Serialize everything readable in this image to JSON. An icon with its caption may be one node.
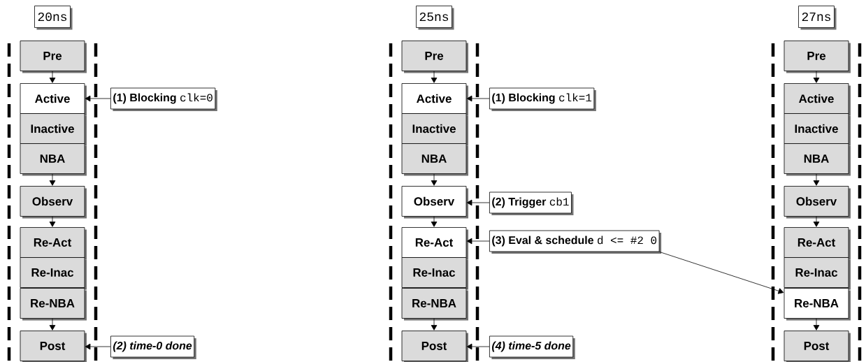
{
  "diagram": {
    "nodes": [
      {
        "text": [
          "20ns"
        ]
      },
      {
        "text": [
          "Pre"
        ]
      },
      {
        "text": [
          "Active"
        ]
      },
      {
        "text": [
          "Inactive"
        ]
      },
      {
        "text": [
          "NBA"
        ]
      },
      {
        "text": [
          "Observ"
        ]
      },
      {
        "text": [
          "Re-Act"
        ]
      },
      {
        "text": [
          "Re-Inac"
        ]
      },
      {
        "text": [
          "Re-NBA"
        ]
      },
      {
        "text": [
          "Post"
        ]
      },
      {
        "text": [
          "25ns"
        ]
      },
      {
        "text": [
          "Pre"
        ]
      },
      {
        "text": [
          "Active"
        ]
      },
      {
        "text": [
          "Inactive"
        ]
      },
      {
        "text": [
          "NBA"
        ]
      },
      {
        "text": [
          "Observ"
        ]
      },
      {
        "text": [
          "Re-Act"
        ]
      },
      {
        "text": [
          "Re-Inac"
        ]
      },
      {
        "text": [
          "Re-NBA"
        ]
      },
      {
        "text": [
          "Post"
        ]
      },
      {
        "text": [
          "27ns"
        ]
      },
      {
        "text": [
          "Pre"
        ]
      },
      {
        "text": [
          "Active"
        ]
      },
      {
        "text": [
          "Inactive"
        ]
      },
      {
        "text": [
          "NBA"
        ]
      },
      {
        "text": [
          "Observ"
        ]
      },
      {
        "text": [
          "Re-Act"
        ]
      },
      {
        "text": [
          "Re-Inac"
        ]
      },
      {
        "text": [
          "Re-NBA"
        ]
      },
      {
        "text": [
          "Post"
        ]
      },
      {
        "text": [
          "(1) Blocking",
          "clk=0"
        ]
      },
      {
        "text": [
          "(2) time-0 done"
        ]
      },
      {
        "text": [
          "(1) Blocking",
          "clk=1"
        ]
      },
      {
        "text": [
          "(2) Trigger",
          "cb1"
        ]
      },
      {
        "text": [
          "(3) Eval & schedule",
          "d <= #2 0"
        ]
      },
      {
        "text": [
          "(4) time-5 done"
        ]
      }
    ],
    "edges": [
      {
        "from": 1,
        "to": 2,
        "arrow": "to"
      },
      {
        "from": 4,
        "to": 5,
        "arrow": "to"
      },
      {
        "from": 5,
        "to": 6,
        "arrow": "to"
      },
      {
        "from": 8,
        "to": 9,
        "arrow": "to"
      },
      {
        "from": 11,
        "to": 12,
        "arrow": "to"
      },
      {
        "from": 14,
        "to": 15,
        "arrow": "to"
      },
      {
        "from": 15,
        "to": 16,
        "arrow": "to"
      },
      {
        "from": 18,
        "to": 19,
        "arrow": "to"
      },
      {
        "from": 21,
        "to": 22,
        "arrow": "to"
      },
      {
        "from": 24,
        "to": 25,
        "arrow": "to"
      },
      {
        "from": 25,
        "to": 26,
        "arrow": "to"
      },
      {
        "from": 28,
        "to": 29,
        "arrow": "to"
      },
      {
        "from": 30,
        "to": 2,
        "arrow": "to"
      },
      {
        "from": 31,
        "to": 9,
        "arrow": "to"
      },
      {
        "from": 32,
        "to": 12,
        "arrow": "to"
      },
      {
        "from": 33,
        "to": 15,
        "arrow": "to"
      },
      {
        "from": 34,
        "to": 16,
        "arrow": "to"
      },
      {
        "from": 34,
        "to": 28,
        "arrow": "to"
      },
      {
        "from": 35,
        "to": 19,
        "arrow": "to"
      }
    ]
  }
}
